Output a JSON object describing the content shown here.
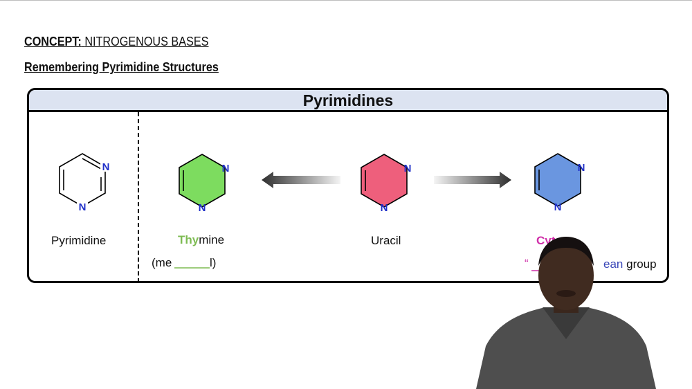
{
  "header": {
    "concept_prefix": "CONCEPT:",
    "concept_topic": "NITROGENOUS BASES",
    "subtitle": "Remembering Pyrimidine Structures"
  },
  "panel": {
    "title": "Pyrimidines",
    "atom_label": "N"
  },
  "molecules": {
    "pyrimidine": {
      "label": "Pyrimidine"
    },
    "thymine": {
      "label_highlight": "Thy",
      "label_rest": "mine",
      "hint_open": "(me",
      "hint_close": "l)",
      "fill": "#7ddc5f",
      "highlight_color": "#7dbb52"
    },
    "uracil": {
      "label": "Uracil",
      "fill": "#ee5f7c"
    },
    "cytosine": {
      "label_visible": "Cyt",
      "hint_open_quote": "“",
      "hint_blue_fragment": "ean",
      "hint_suffix": "group",
      "fill": "#6a96e0",
      "highlight_color": "#d02fa9",
      "blue_color": "#3a47b8"
    }
  },
  "colors": {
    "nitrogen": "#1f2fc8",
    "header_bg": "#dce3f1",
    "arrow": "#333333"
  }
}
